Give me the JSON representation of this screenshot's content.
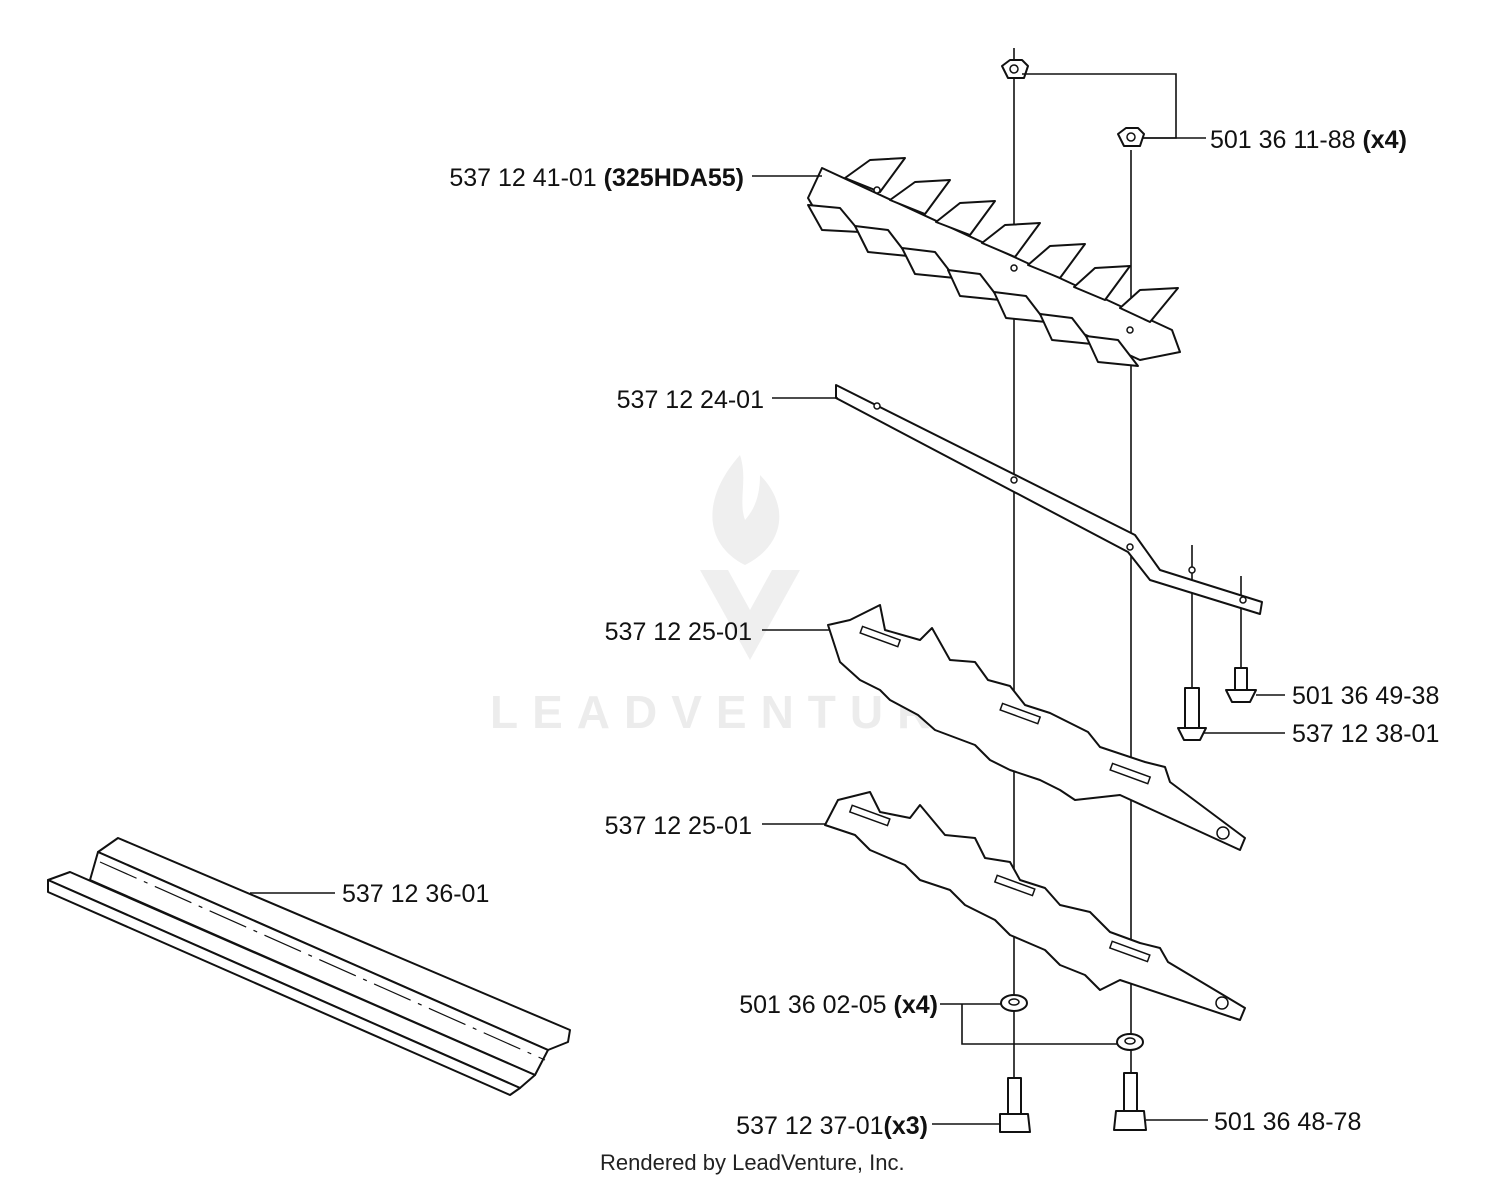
{
  "watermark": "LEADVENTURE",
  "footer": "Rendered by LeadVenture, Inc.",
  "parts": [
    {
      "id": "top-blade",
      "number": "537 12 41-01 ",
      "qualifier": "(325HDA55)"
    },
    {
      "id": "nut",
      "number": "501 36 11-88 ",
      "qualifier": "(x4)"
    },
    {
      "id": "guide-bar",
      "number": "537 12 24-01",
      "qualifier": ""
    },
    {
      "id": "cutter-blade-upper",
      "number": "537 12 25-01",
      "qualifier": ""
    },
    {
      "id": "screw-short",
      "number": "501 36 49-38",
      "qualifier": ""
    },
    {
      "id": "screw-long",
      "number": "537 12 38-01",
      "qualifier": ""
    },
    {
      "id": "cutter-blade-lower",
      "number": "537 12 25-01",
      "qualifier": ""
    },
    {
      "id": "guard",
      "number": "537 12 36-01",
      "qualifier": ""
    },
    {
      "id": "washer",
      "number": "501 36 02-05  ",
      "qualifier": "(x4)"
    },
    {
      "id": "bolt-left",
      "number": "537 12 37-01",
      "qualifier": "(x3)"
    },
    {
      "id": "bolt-right",
      "number": "501 36 48-78",
      "qualifier": ""
    }
  ]
}
